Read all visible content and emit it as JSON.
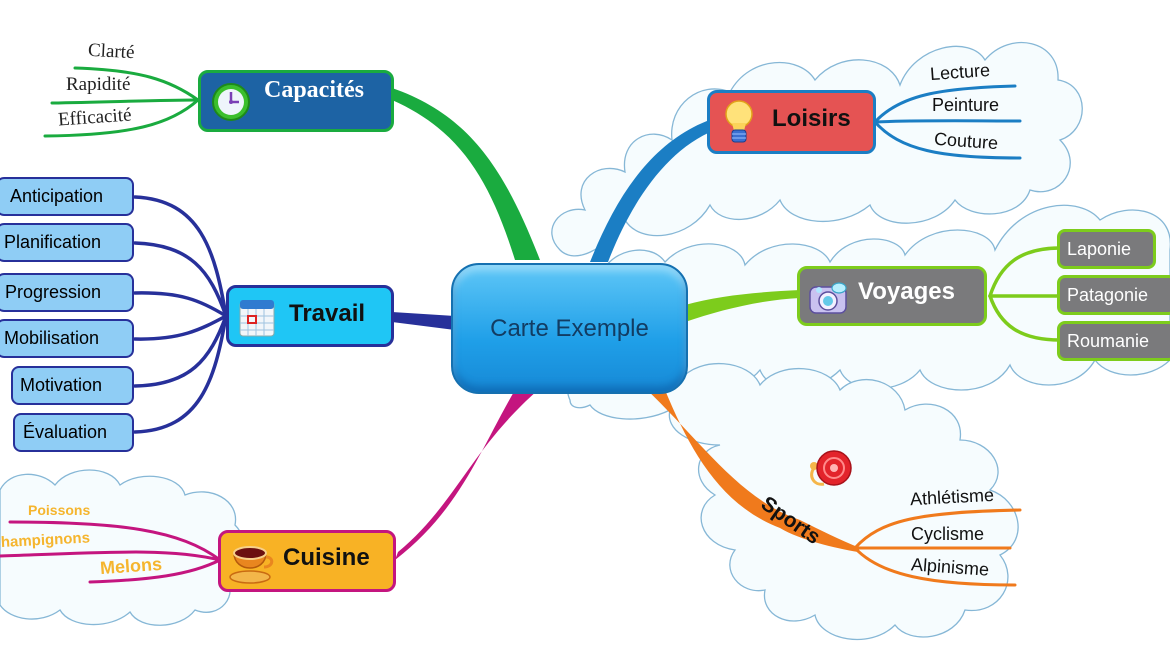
{
  "central": {
    "label": "Carte Exemple"
  },
  "branches": {
    "capacites": {
      "label": "Capacités",
      "icon": "clock-icon",
      "color": "#1aab3f",
      "fill": "#1d63a4",
      "children": [
        "Clarté",
        "Rapidité",
        "Efficacité"
      ]
    },
    "travail": {
      "label": "Travail",
      "icon": "calendar-icon",
      "color": "#27309a",
      "fill": "#1fc6f5",
      "children": [
        "Anticipation",
        "Planification",
        "Progression",
        "Mobilisation",
        "Motivation",
        "Évaluation"
      ]
    },
    "cuisine": {
      "label": "Cuisine",
      "icon": "coffee-cup-icon",
      "color": "#c4157f",
      "fill": "#f8b225",
      "children": [
        "Poissons",
        "Champignons",
        "Melons"
      ]
    },
    "loisirs": {
      "label": "Loisirs",
      "icon": "lightbulb-icon",
      "color": "#1b7ec4",
      "fill": "#e55353",
      "children": [
        "Lecture",
        "Peinture",
        "Couture"
      ]
    },
    "voyages": {
      "label": "Voyages",
      "icon": "camera-icon",
      "color": "#7dcc1c",
      "fill": "#7a7a7c",
      "children": [
        "Laponie",
        "Patagonie",
        "Roumanie"
      ]
    },
    "sports": {
      "label": "Sports",
      "icon": "alarm-bell-icon",
      "color": "#f07a1c",
      "children": [
        "Athlétisme",
        "Cyclisme",
        "Alpinisme"
      ]
    }
  }
}
